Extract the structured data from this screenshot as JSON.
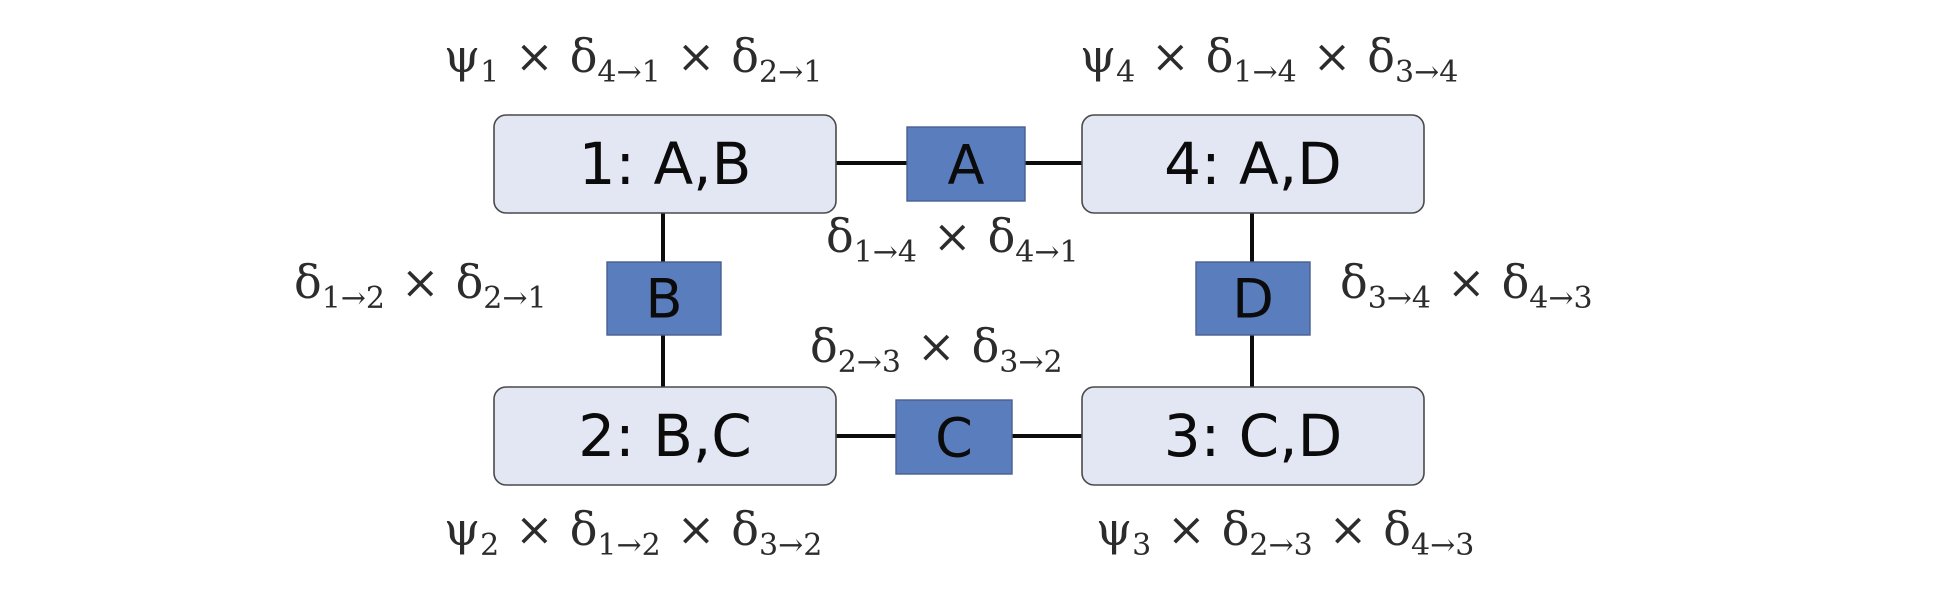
{
  "nodes": [
    {
      "id": "1",
      "label": "1: A,B"
    },
    {
      "id": "4",
      "label": "4: A,D"
    },
    {
      "id": "2",
      "label": "2: B,C"
    },
    {
      "id": "3",
      "label": "3: C,D"
    }
  ],
  "separators": [
    {
      "id": "A",
      "label": "A"
    },
    {
      "id": "B",
      "label": "B"
    },
    {
      "id": "D",
      "label": "D"
    },
    {
      "id": "C",
      "label": "C"
    }
  ],
  "formulas": {
    "node1": {
      "psi": "ψ",
      "psi_sub": "1",
      "d1": "δ",
      "d1_sub": "4→1",
      "d2": "δ",
      "d2_sub": "2→1",
      "times": "×"
    },
    "node4": {
      "psi": "ψ",
      "psi_sub": "4",
      "d1": "δ",
      "d1_sub": "1→4",
      "d2": "δ",
      "d2_sub": "3→4",
      "times": "×"
    },
    "node2": {
      "psi": "ψ",
      "psi_sub": "2",
      "d1": "δ",
      "d1_sub": "1→2",
      "d2": "δ",
      "d2_sub": "3→2",
      "times": "×"
    },
    "node3": {
      "psi": "ψ",
      "psi_sub": "3",
      "d1": "δ",
      "d1_sub": "2→3",
      "d2": "δ",
      "d2_sub": "4→3",
      "times": "×"
    },
    "sepA": {
      "d1": "δ",
      "d1_sub": "1→4",
      "d2": "δ",
      "d2_sub": "4→1",
      "times": "×"
    },
    "sepB": {
      "d1": "δ",
      "d1_sub": "1→2",
      "d2": "δ",
      "d2_sub": "2→1",
      "times": "×"
    },
    "sepD": {
      "d1": "δ",
      "d1_sub": "3→4",
      "d2": "δ",
      "d2_sub": "4→3",
      "times": "×"
    },
    "sepC": {
      "d1": "δ",
      "d1_sub": "2→3",
      "d2": "δ",
      "d2_sub": "3→2",
      "times": "×"
    }
  },
  "colors": {
    "node_fill": "#e3e6f3",
    "separator_fill": "#5a7dbe",
    "edge": "#0c0c0c"
  }
}
